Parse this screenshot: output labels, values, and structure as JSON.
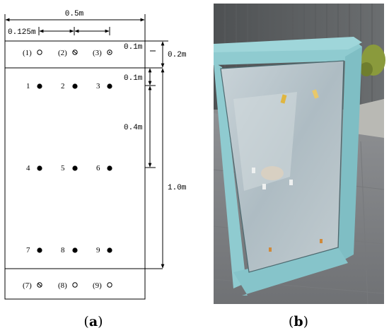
{
  "panel_a": {
    "caption": {
      "open": "(",
      "letter": "a",
      "close": ")"
    },
    "dimensions": {
      "total_width": "0.5m",
      "edge_offset": "0.125m",
      "top_row_offset": "0.1m",
      "top_strip_height": "0.2m",
      "first_row_offset": "0.1m",
      "row_spacing": "0.4m",
      "plate_height": "1.0m"
    },
    "top_points": [
      "(1)",
      "(2)",
      "(3)"
    ],
    "rows": [
      [
        "1",
        "2",
        "3"
      ],
      [
        "4",
        "5",
        "6"
      ],
      [
        "7",
        "8",
        "9"
      ]
    ],
    "bottom_points": [
      "(7)",
      "(8)",
      "(9)"
    ]
  },
  "panel_b": {
    "caption": {
      "open": "(",
      "letter": "b",
      "close": ")"
    },
    "photo_colors": {
      "wall": "#5f6264",
      "frame": "#8fcbd0",
      "glass": "#b9c6cc",
      "pavement": "#8a8b8d"
    }
  }
}
